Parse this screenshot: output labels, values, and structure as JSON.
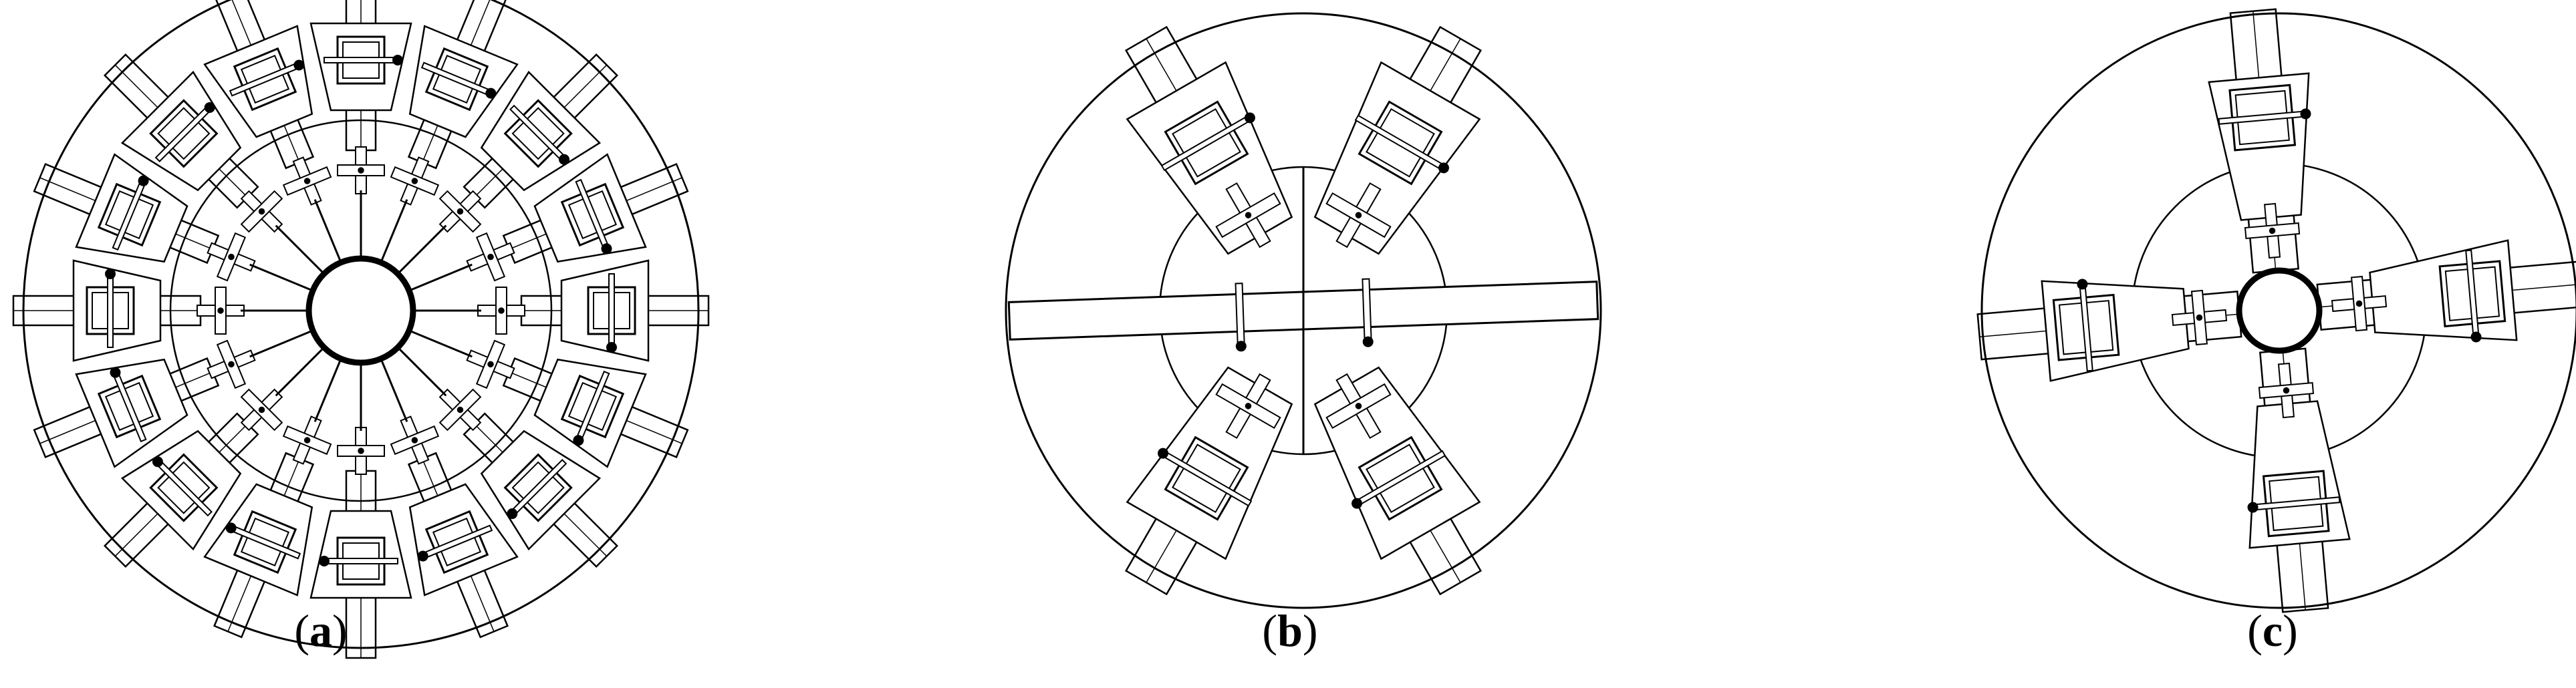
{
  "figure": {
    "panels": [
      {
        "id": "a",
        "paren_open": "(",
        "letter": "a",
        "paren_close": ")",
        "arm_count": 16
      },
      {
        "id": "b",
        "paren_open": "(",
        "letter": "b",
        "paren_close": ")",
        "arm_count": 4
      },
      {
        "id": "c",
        "paren_open": "(",
        "letter": "c",
        "paren_close": ")",
        "arm_count": 4
      }
    ],
    "colors": {
      "line": "#000000",
      "background": "#ffffff"
    }
  }
}
